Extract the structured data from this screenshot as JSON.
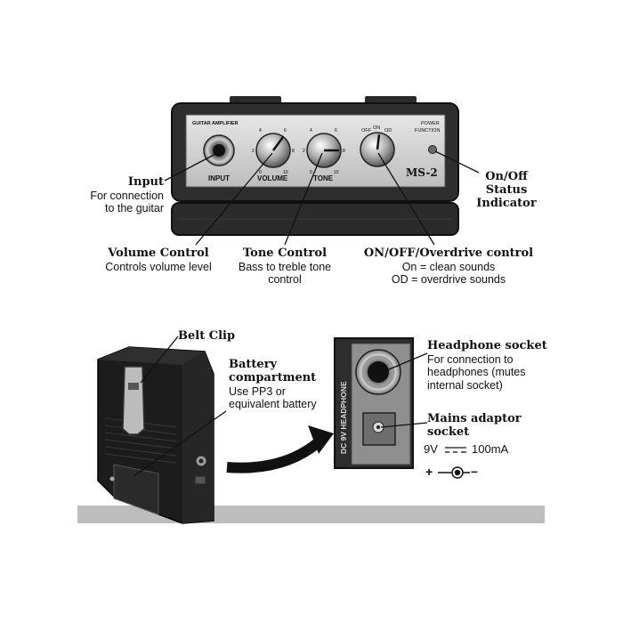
{
  "amp_panel": {
    "brand": "GUITAR AMPLIFIER",
    "input_label": "INPUT",
    "volume_label": "VOLUME",
    "tone_label": "TONE",
    "power_label_1": "POWER",
    "power_label_2": "FUNCTION",
    "model": "MS-2",
    "switch_off": "OFF",
    "switch_on": "ON",
    "switch_od": "OD",
    "scale_0": "0",
    "scale_2": "2",
    "scale_4": "4",
    "scale_6": "6",
    "scale_8": "8",
    "scale_10": "10"
  },
  "callouts": {
    "input": {
      "title": "Input",
      "desc1": "For connection",
      "desc2": "to the guitar"
    },
    "status": {
      "title1": "On/Off",
      "title2": "Status",
      "title3": "Indicator"
    },
    "volume": {
      "title": "Volume Control",
      "desc": "Controls volume level"
    },
    "tone": {
      "title": "Tone Control",
      "desc1": "Bass to treble tone",
      "desc2": "control"
    },
    "overdrive": {
      "title": "ON/OFF/Overdrive control",
      "desc1": "On = clean sounds",
      "desc2": "OD = overdrive sounds"
    },
    "belt_clip": {
      "title": "Belt Clip"
    },
    "battery": {
      "title1": "Battery",
      "title2": "compartment",
      "desc1": "Use PP3 or",
      "desc2": "equivalent battery"
    },
    "headphone": {
      "title": "Headphone socket",
      "desc1": "For connection to",
      "desc2": "headphones (mutes",
      "desc3": "internal socket)"
    },
    "mains": {
      "title1": "Mains adaptor",
      "title2": "socket",
      "rating_voltage": "9V",
      "rating_current": "100mA",
      "polarity_plus": "+",
      "polarity_minus": "–"
    }
  },
  "side_panel": {
    "label": "DC 9V  HEADPHONE"
  }
}
